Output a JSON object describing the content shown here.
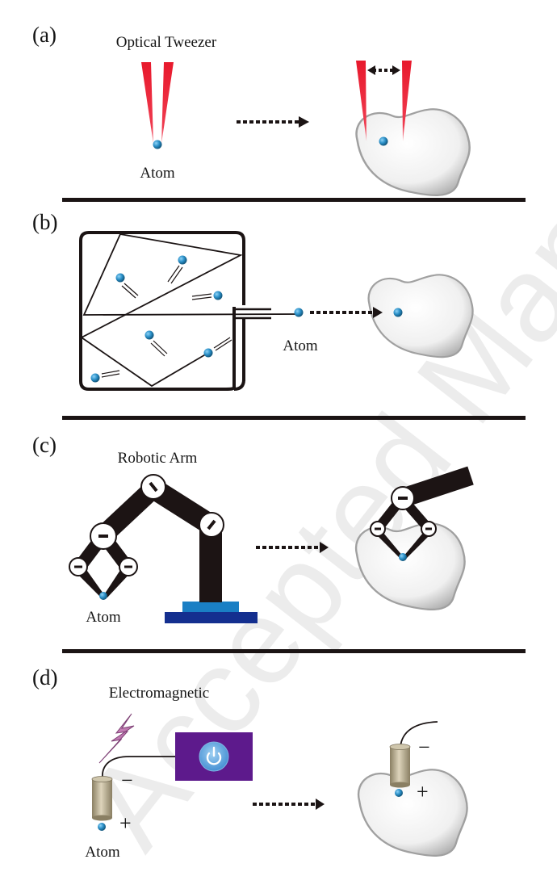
{
  "figure": {
    "watermark": "Accepted Manuscript",
    "panels": [
      {
        "id": "a",
        "label": "(a)",
        "title": "Optical Tweezer",
        "atom_label": "Atom"
      },
      {
        "id": "b",
        "label": "(b)",
        "title": "",
        "atom_label": "Atom"
      },
      {
        "id": "c",
        "label": "(c)",
        "title": "Robotic Arm",
        "atom_label": "Atom"
      },
      {
        "id": "d",
        "label": "(d)",
        "title": "Electromagnetic",
        "atom_label": "Atom",
        "polarity_negative": "−",
        "polarity_positive": "+",
        "target_polarity_negative": "−",
        "target_polarity_positive": "+"
      }
    ]
  },
  "colors": {
    "atom": "#2a8fc7",
    "laser": "#e8192c",
    "protein": "#f2f2f2",
    "arm": "#1c1414",
    "base_top": "#1a7fc4",
    "base_bottom": "#142f8f",
    "power_box": "#5d1a8c",
    "lightning": "#c77ab8",
    "magnet": "#b9ad8f"
  }
}
